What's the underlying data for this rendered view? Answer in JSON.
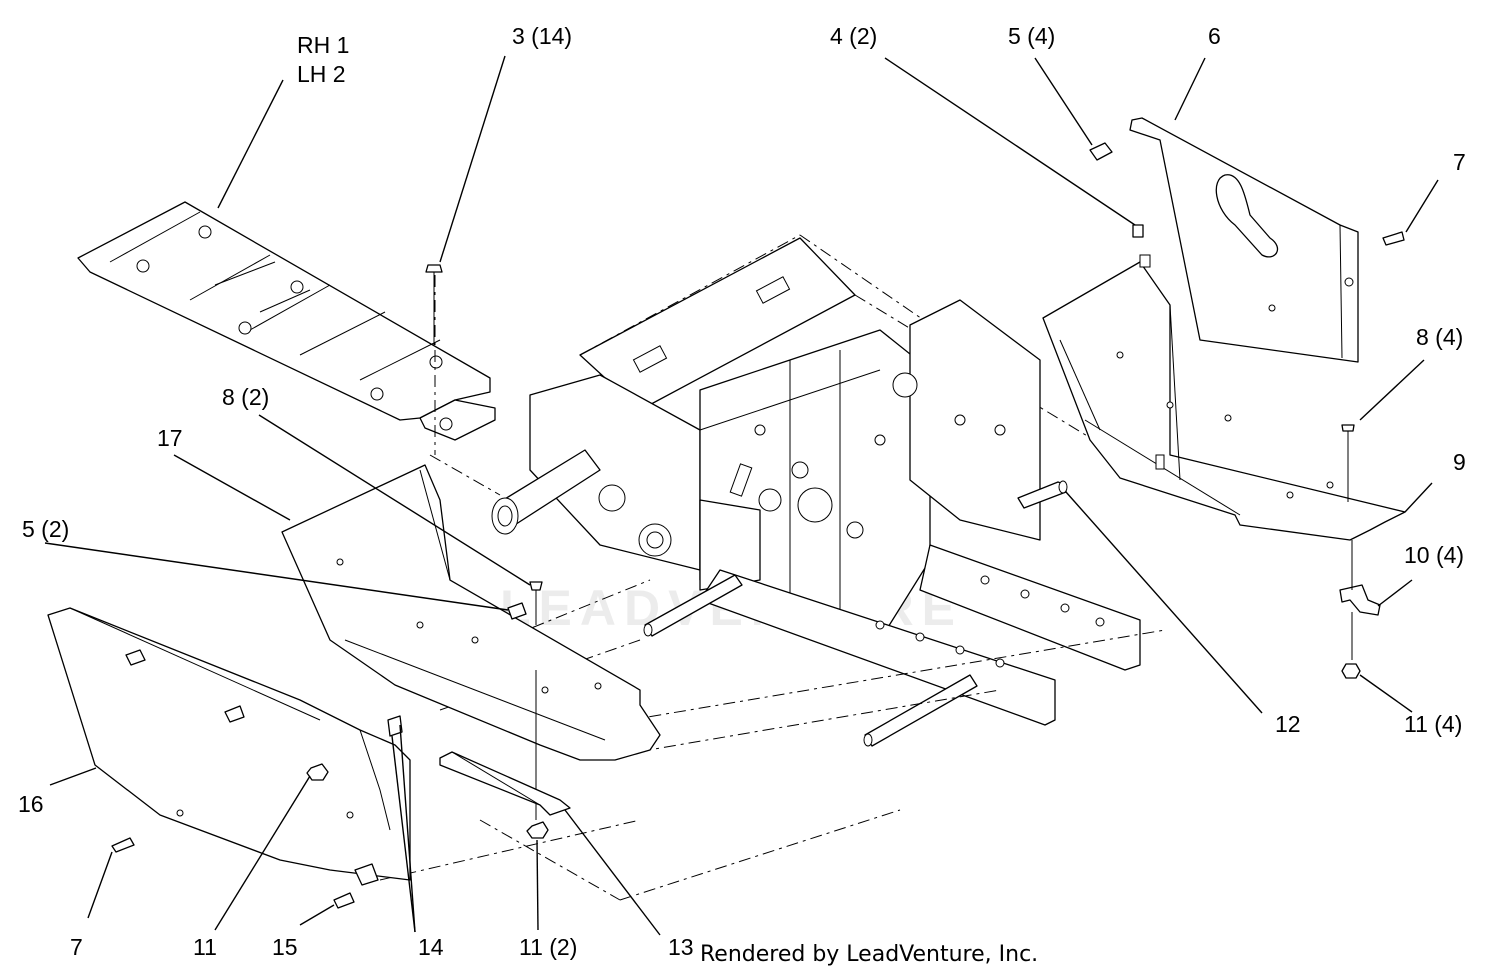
{
  "callouts": {
    "rh1": "RH 1",
    "lh2": "LH 2",
    "c3": "3 (14)",
    "c4": "4 (2)",
    "c5a": "5 (4)",
    "c6": "6",
    "c7a": "7",
    "c8a": "8 (4)",
    "c9": "9",
    "c10": "10 (4)",
    "c11a": "11 (4)",
    "c12": "12",
    "c8b": "8 (2)",
    "c17": "17",
    "c5b": "5 (2)",
    "c16": "16",
    "c7b": "7",
    "c11b": "11",
    "c15": "15",
    "c14": "14",
    "c11c": "11 (2)",
    "c13": "13"
  },
  "credit": "Rendered by LeadVenture, Inc.",
  "watermark": "LEADVENTURE"
}
